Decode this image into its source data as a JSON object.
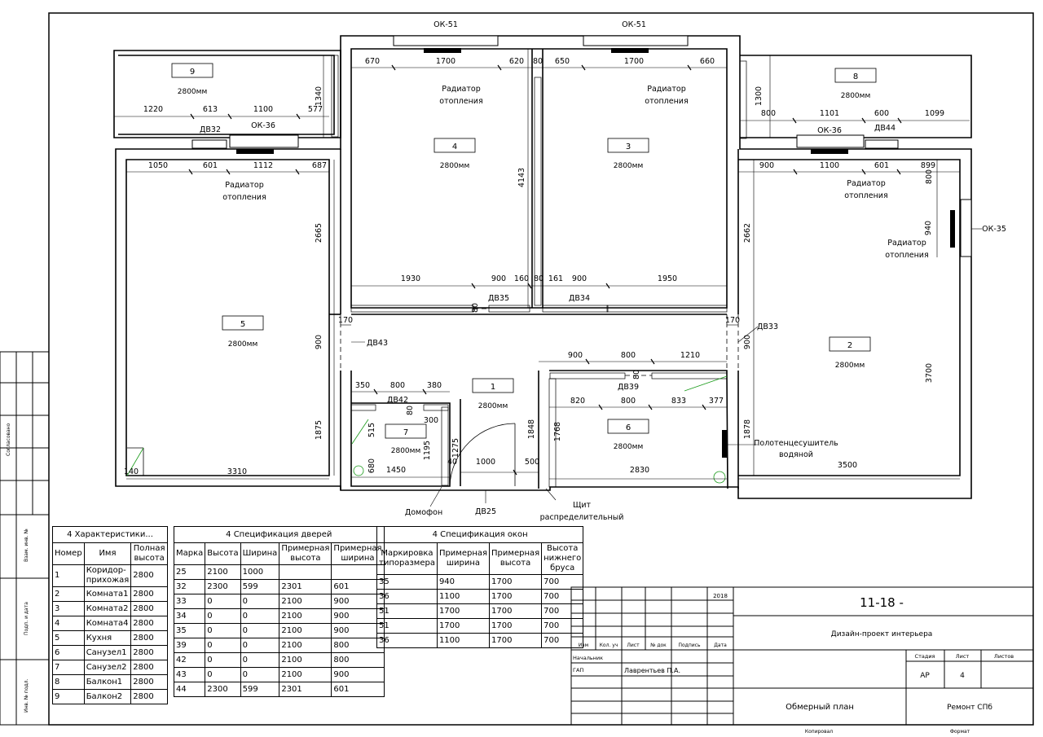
{
  "sheet": {
    "code": "11-18 -",
    "year": "2018",
    "project": "Дизайн-проект интерьера",
    "drawing_title": "Обмерный план",
    "company": "Ремонт СПб",
    "stage_label": "Стадия",
    "sheet_label": "Лист",
    "sheets_label": "Листов",
    "stage": "АР",
    "sheet_no": "4",
    "sign_headers": [
      "Изм",
      "Кол. уч",
      "Лист",
      "№ док",
      "Подпись",
      "Дата"
    ],
    "role1": "Начальник",
    "role2": "ГАП",
    "person2": "Лаврентьев П.А.",
    "footer_copy": "Копировал",
    "footer_format": "Формат",
    "side_labels": [
      "Согласовано",
      "Взам. инв. №",
      "Подп. и дата",
      "Инв. № подл."
    ]
  },
  "rooms_table": {
    "caption": "4 Характеристики...",
    "headers": [
      "Номер",
      "Имя",
      "Полная высота"
    ],
    "rows": [
      [
        "1",
        "Коридор-прихожая",
        "2800"
      ],
      [
        "2",
        "Комната1",
        "2800"
      ],
      [
        "3",
        "Комната2",
        "2800"
      ],
      [
        "4",
        "Комната4",
        "2800"
      ],
      [
        "5",
        "Кухня",
        "2800"
      ],
      [
        "6",
        "Санузел1",
        "2800"
      ],
      [
        "7",
        "Санузел2",
        "2800"
      ],
      [
        "8",
        "Балкон1",
        "2800"
      ],
      [
        "9",
        "Балкон2",
        "2800"
      ]
    ]
  },
  "doors_table": {
    "caption": "4 Спецификация дверей",
    "headers": [
      "Марка",
      "Высота",
      "Ширина",
      "Примерная высота",
      "Примерная ширина"
    ],
    "rows": [
      [
        "25",
        "2100",
        "1000",
        "",
        ""
      ],
      [
        "32",
        "2300",
        "599",
        "2301",
        "601"
      ],
      [
        "33",
        "0",
        "0",
        "2100",
        "900"
      ],
      [
        "34",
        "0",
        "0",
        "2100",
        "900"
      ],
      [
        "35",
        "0",
        "0",
        "2100",
        "900"
      ],
      [
        "39",
        "0",
        "0",
        "2100",
        "800"
      ],
      [
        "42",
        "0",
        "0",
        "2100",
        "800"
      ],
      [
        "43",
        "0",
        "0",
        "2100",
        "900"
      ],
      [
        "44",
        "2300",
        "599",
        "2301",
        "601"
      ]
    ]
  },
  "windows_table": {
    "caption": "4 Спецификация окон",
    "headers": [
      "Маркировка типоразмера",
      "Примерная ширина",
      "Примерная высота",
      "Высота нижнего бруса"
    ],
    "rows": [
      [
        "35",
        "940",
        "1700",
        "700"
      ],
      [
        "36",
        "1100",
        "1700",
        "700"
      ],
      [
        "51",
        "1700",
        "1700",
        "700"
      ],
      [
        "51",
        "1700",
        "1700",
        "700"
      ],
      [
        "36",
        "1100",
        "1700",
        "700"
      ]
    ]
  },
  "plan": {
    "rooms": [
      {
        "num": "9",
        "height": "2800мм"
      },
      {
        "num": "4",
        "height": "2800мм"
      },
      {
        "num": "3",
        "height": "2800мм"
      },
      {
        "num": "8",
        "height": "2800мм"
      },
      {
        "num": "5",
        "height": "2800мм"
      },
      {
        "num": "2",
        "height": "2800мм"
      },
      {
        "num": "1",
        "height": "2800мм"
      },
      {
        "num": "7",
        "height": "2800мм"
      },
      {
        "num": "6",
        "height": "2800мм"
      }
    ],
    "labels": {
      "ok51": "ОК-51",
      "ok36": "ОК-36",
      "ok35": "ОК-35",
      "radiator_l1": "Радиатор",
      "radiator_l2": "отопления",
      "dv32": "ДВ32",
      "dv44": "ДВ44",
      "dv35": "ДВ35",
      "dv34": "ДВ34",
      "dv43": "ДВ43",
      "dv33": "ДВ33",
      "dv42": "ДВ42",
      "dv39": "ДВ39",
      "dv25": "ДВ25",
      "towel_l1": "Полотенцесушитель",
      "towel_l2": "водяной",
      "intercom": "Домофон",
      "panel_l1": "Щит",
      "panel_l2": "распределительный"
    },
    "dims": {
      "d670": "670",
      "d1700": "1700",
      "d620": "620",
      "d80": "80",
      "d650": "650",
      "d660": "660",
      "d1220": "1220",
      "d613": "613",
      "d1100": "1100",
      "d577": "577",
      "d1340": "1340",
      "d800": "800",
      "d1101": "1101",
      "d600": "600",
      "d1099": "1099",
      "d1300": "1300",
      "d1050": "1050",
      "d601": "601",
      "d1112": "1112",
      "d687": "687",
      "d900": "900",
      "d899": "899",
      "d4143": "4143",
      "d2665": "2665",
      "d2662": "2662",
      "d940": "940",
      "d1930": "1930",
      "d160": "160",
      "d161": "161",
      "d1950": "1950",
      "d170": "170",
      "d1210": "1210",
      "d350": "350",
      "d380": "380",
      "d820": "820",
      "d833": "833",
      "d377": "377",
      "d300": "300",
      "d515": "515",
      "d1875": "1875",
      "d1195": "1195",
      "d1275": "1275",
      "d1848": "1848",
      "d1768": "1768",
      "d1878": "1878",
      "d3700": "3700",
      "d140": "140",
      "d3310": "3310",
      "d680": "680",
      "d40": "40",
      "d1450": "1450",
      "d1000": "1000",
      "d500": "500",
      "d2830": "2830",
      "d3500": "3500"
    }
  }
}
